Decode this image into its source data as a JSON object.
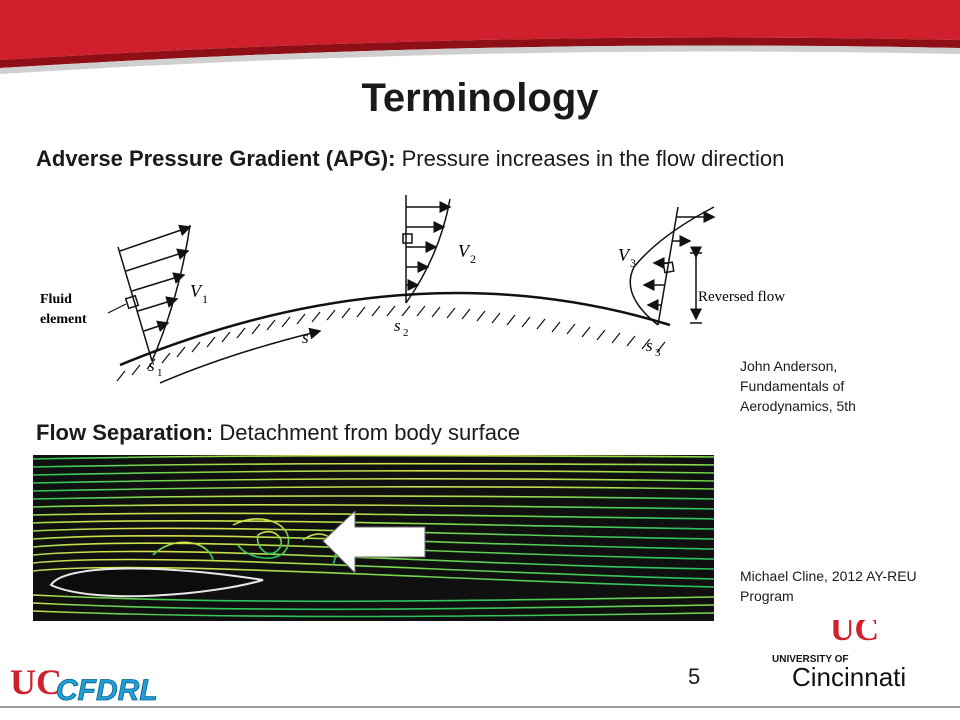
{
  "slide": {
    "title": "Terminology",
    "apg": {
      "term": "Adverse Pressure Gradient (APG):",
      "definition": " Pressure increases in the flow direction"
    },
    "separation": {
      "term": "Flow Separation:",
      "definition": " Detachment from body surface"
    },
    "apg_figure_labels": {
      "fluid": "Fluid",
      "element": "element",
      "v1": "V",
      "v1_sub": "1",
      "v2": "V",
      "v2_sub": "2",
      "v3": "V",
      "v3_sub": "3",
      "s": "s",
      "s1": "s",
      "s1_sub": "1",
      "s2": "s",
      "s2_sub": "2",
      "s3": "s",
      "s3_sub": "3",
      "reversed_flow": "Reversed flow"
    },
    "citations": {
      "anderson": "John Anderson, Fundamentals of Aerodynamics, 5th",
      "cline": "Michael Cline, 2012 AY-REU Program"
    },
    "page_number": "5",
    "logos": {
      "uc_small": "UNIVERSITY OF",
      "uc_big": "Cincinnati",
      "cfdrl": "CFDRL"
    },
    "colors": {
      "accent_red": "#d0202e",
      "dark_red": "#8e0f16",
      "text": "#1a1a1a",
      "flow_background": "#101010"
    }
  }
}
